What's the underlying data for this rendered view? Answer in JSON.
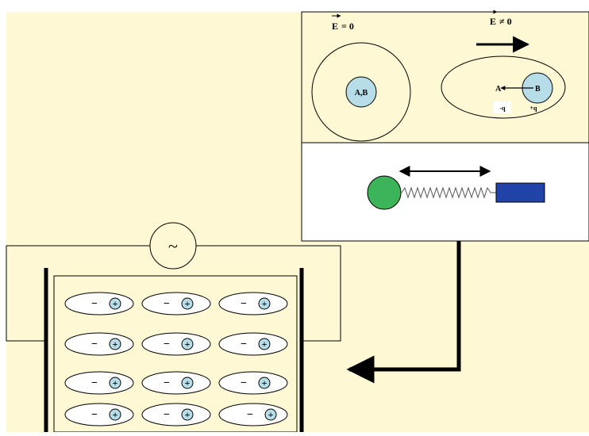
{
  "panel_atom": {
    "field_zero_label": "E = 0",
    "field_zero_vector": "E",
    "field_zero_rest": "= 0",
    "field_nonzero_vector": "E",
    "field_nonzero_rest": "≠ 0",
    "nucleus_both_label": "A,B",
    "negative_center_label": "A",
    "positive_center_label": "B",
    "negative_charge_label": "-q",
    "positive_charge_label": "+q"
  },
  "circuit": {
    "source_symbol": "~",
    "dipole_minus": "−",
    "dipole_plus": "+",
    "dipole_rows": 4,
    "dipole_cols": 3
  },
  "colors": {
    "background": "#FFF8D4",
    "nucleus": "#B7DDE8",
    "green_ball": "#3CB55A",
    "blue_block": "#2244A8",
    "white_panel": "#FFFFFF",
    "ink": "#000000"
  }
}
